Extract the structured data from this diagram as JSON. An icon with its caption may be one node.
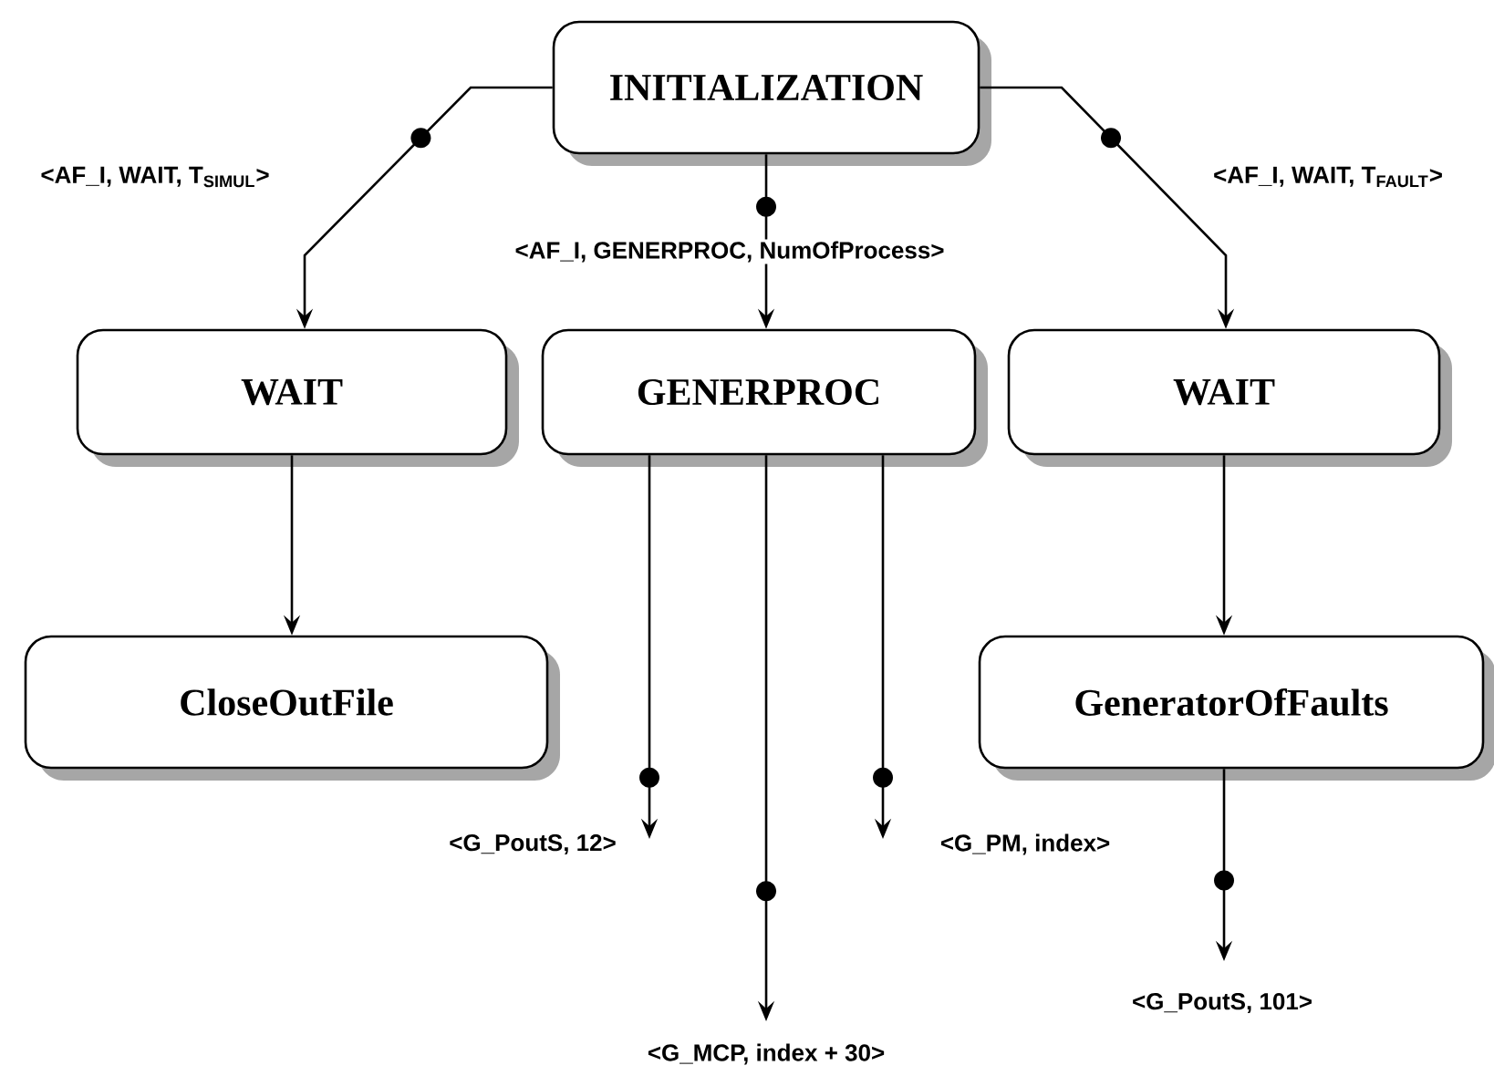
{
  "diagram": {
    "nodes": [
      {
        "text": [
          "INITIALIZATION"
        ]
      },
      {
        "text": [
          "WAIT"
        ]
      },
      {
        "text": [
          "GENERPROC"
        ]
      },
      {
        "text": [
          "WAIT"
        ]
      },
      {
        "text": [
          "CloseOutFile"
        ]
      },
      {
        "text": [
          "GeneratorOfFaults"
        ]
      }
    ],
    "edges": [
      {
        "from": 0,
        "to": 1,
        "arrow": "to",
        "label": "<AF_I, WAIT, T$_{SIMUL}$>"
      },
      {
        "from": 0,
        "to": 2,
        "arrow": "to",
        "label": "<AF_I, GENERPROC, NumOfProcess>"
      },
      {
        "from": 0,
        "to": 3,
        "arrow": "to",
        "label": "<AF_I, WAIT, T$_{FAULT}$>"
      },
      {
        "from": 1,
        "to": 4,
        "arrow": "to"
      },
      {
        "from": 3,
        "to": 5,
        "arrow": "to"
      },
      {
        "from": 2,
        "to": null,
        "arrow": "to",
        "label": "<G_PoutS, 12>"
      },
      {
        "from": 2,
        "to": null,
        "arrow": "to",
        "label": "<G_MCP, index + 30>"
      },
      {
        "from": 2,
        "to": null,
        "arrow": "to",
        "label": "<G_PM, index>"
      },
      {
        "from": 5,
        "to": null,
        "arrow": "to",
        "label": "<G_PoutS, 101>"
      }
    ]
  }
}
